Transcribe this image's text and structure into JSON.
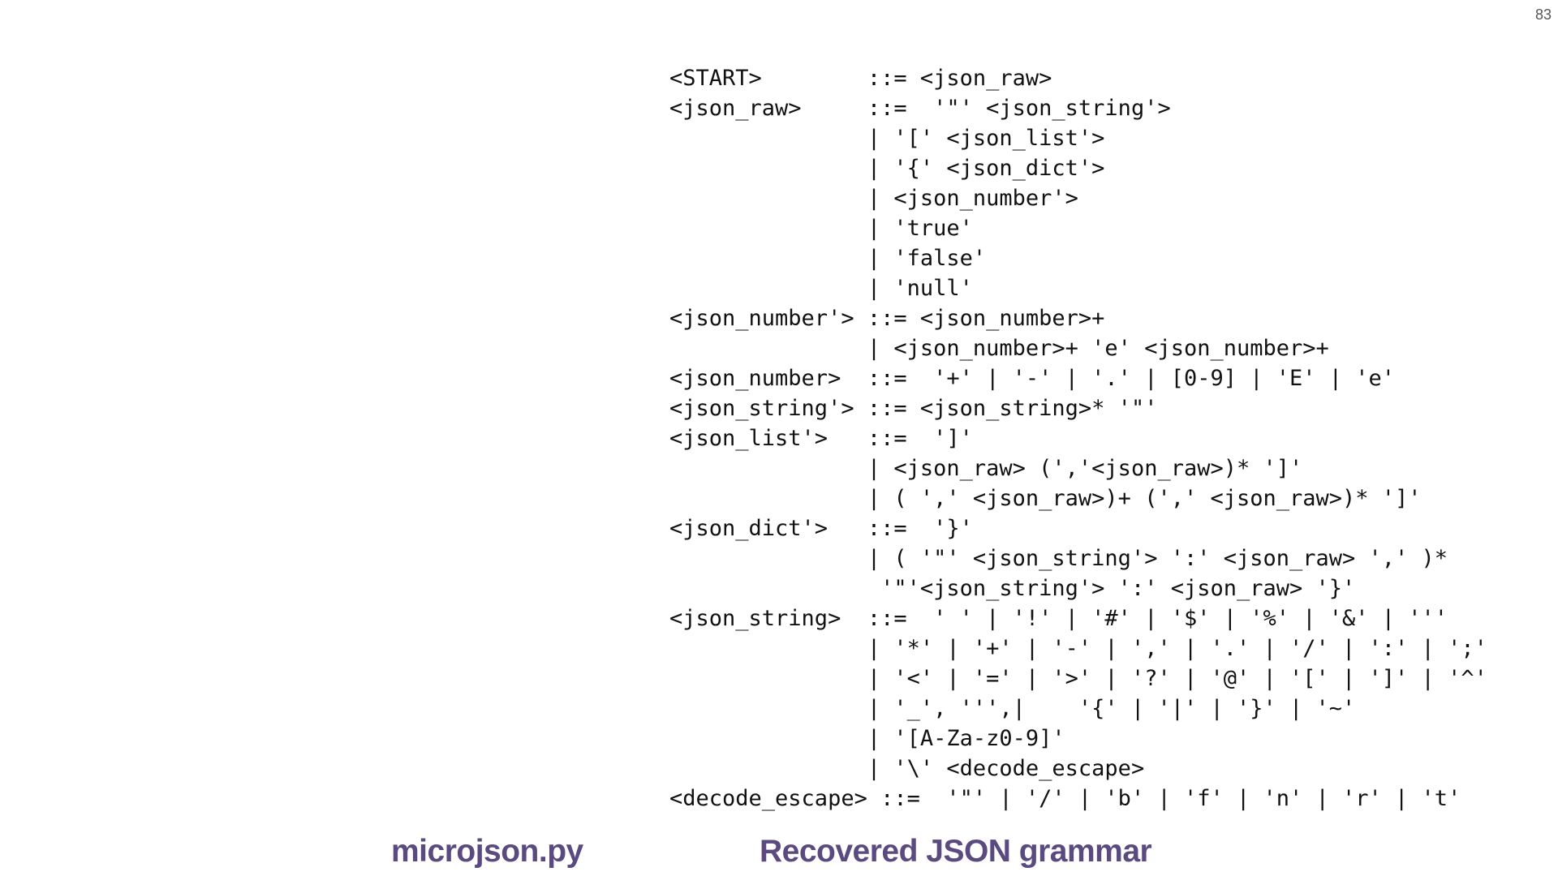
{
  "slide_number": "83",
  "grammar_lines": [
    "<START>        ::= <json_raw>",
    "<json_raw>     ::=  '\"' <json_string'>",
    "               | '[' <json_list'>",
    "               | '{' <json_dict'>",
    "               | <json_number'>",
    "               | 'true'",
    "               | 'false'",
    "               | 'null'",
    "<json_number'> ::= <json_number>+",
    "               | <json_number>+ 'e' <json_number>+",
    "<json_number>  ::=  '+' | '-' | '.' | [0-9] | 'E' | 'e'",
    "<json_string'> ::= <json_string>* '\"'",
    "<json_list'>   ::=  ']'",
    "               | <json_raw> (','<json_raw>)* ']'",
    "               | ( ',' <json_raw>)+ (',' <json_raw>)* ']'",
    "<json_dict'>   ::=  '}'",
    "               | ( '\"' <json_string'> ':' <json_raw> ',' )*",
    "                '\"'<json_string'> ':' <json_raw> '}'",
    "<json_string>  ::=  ' ' | '!' | '#' | '$' | '%' | '&' | '''",
    "               | '*' | '+' | '-' | ',' | '.' | '/' | ':' | ';'",
    "               | '<' | '=' | '>' | '?' | '@' | '[' | ']' | '^'",
    "               | '_', ''',|    '{' | '|' | '}' | '~'",
    "               | '[A-Za-z0-9]'",
    "               | '\\' <decode_escape>",
    "<decode_escape> ::=  '\"' | '/' | 'b' | 'f' | 'n' | 'r' | 't'"
  ],
  "captions": {
    "left": "microjson.py",
    "right": "Recovered JSON grammar"
  },
  "colors": {
    "caption": "#5a4a80",
    "text": "#111111"
  }
}
